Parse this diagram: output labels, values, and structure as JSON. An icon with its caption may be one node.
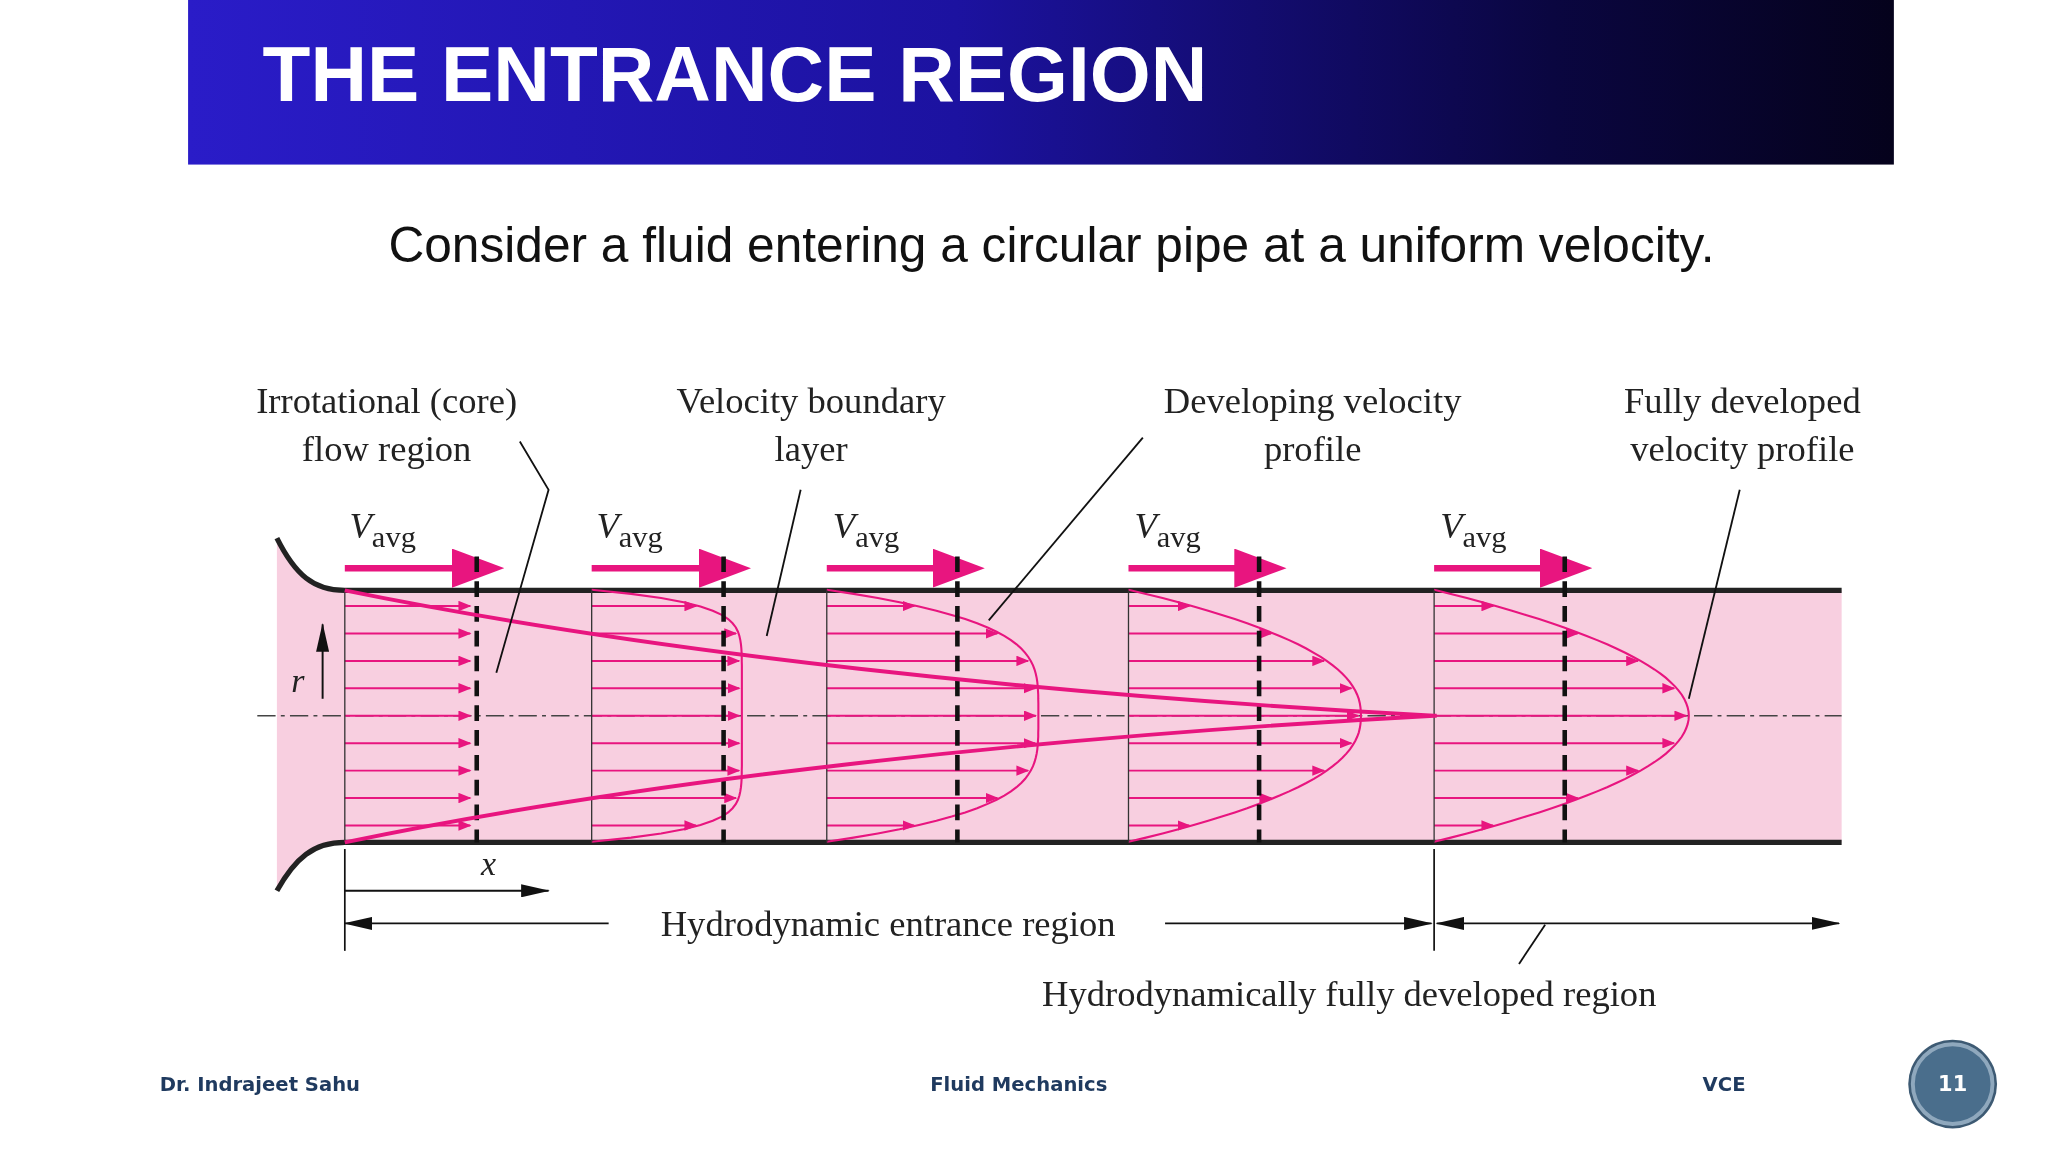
{
  "diagram": {
    "title": "THE ENTRANCE REGION",
    "nodes": [
      {
        "text": [
          "Irrotational (core) flow region"
        ]
      },
      {
        "text": [
          "Velocity boundary layer"
        ]
      },
      {
        "text": [
          "Developing velocity profile"
        ]
      },
      {
        "text": [
          "Fully developed velocity profile"
        ]
      },
      {
        "text": [
          "Hydrodynamically fully developed region"
        ]
      }
    ],
    "edges": [
      {
        "from": 0,
        "to": null,
        "arrow": "none"
      },
      {
        "from": 1,
        "to": null,
        "arrow": "none"
      },
      {
        "from": 2,
        "to": null,
        "arrow": "none"
      },
      {
        "from": 3,
        "to": null,
        "arrow": "none"
      },
      {
        "from": 4,
        "to": null,
        "arrow": "none"
      }
    ],
    "labels": [
      "Consider a fluid entering a circular pipe at a uniform velocity.",
      "*V*$_{avg}$",
      "*V*$_{avg}$",
      "*V*$_{avg}$",
      "*V*$_{avg}$",
      "*V*$_{avg}$",
      "r",
      "x",
      "Hydrodynamic entrance region",
      "Dr. Indrajeet Sahu",
      "Fluid Mechanics",
      "VCE",
      "11"
    ]
  }
}
